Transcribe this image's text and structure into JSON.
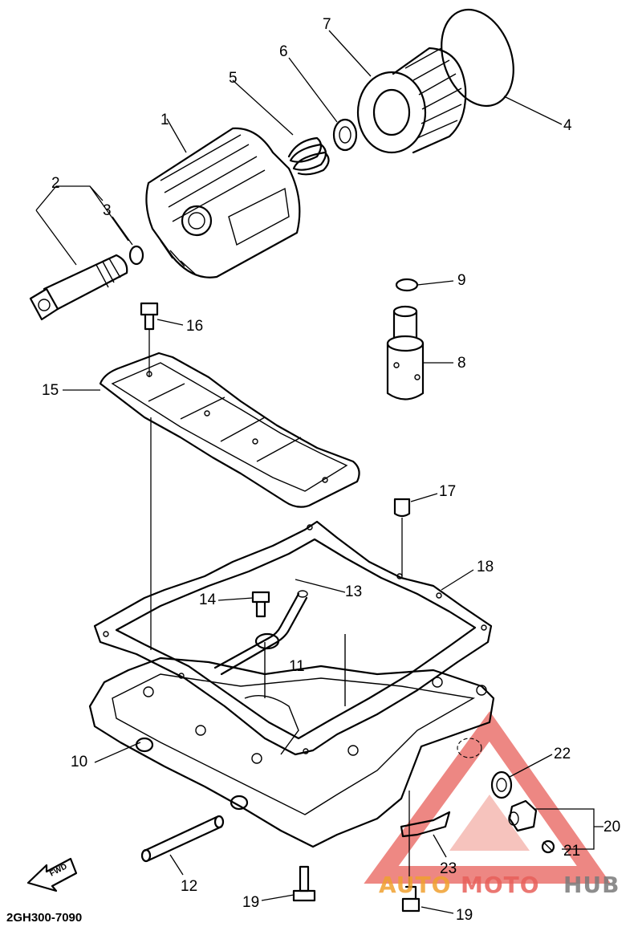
{
  "diagram_code": "2GH300-7090",
  "direction_label": "FWD",
  "watermark": {
    "part1": "AUTO",
    "part2": "MOTO",
    "part3": "HUB"
  },
  "callouts": {
    "c1": "1",
    "c2": "2",
    "c3": "3",
    "c4": "4",
    "c5": "5",
    "c6": "6",
    "c7": "7",
    "c8": "8",
    "c9": "9",
    "c10": "10",
    "c11": "11",
    "c12": "12",
    "c13": "13",
    "c14": "14",
    "c15": "15",
    "c16": "16",
    "c17": "17",
    "c18": "18",
    "c19a": "19",
    "c19b": "19",
    "c20": "20",
    "c21": "21",
    "c22": "22",
    "c23": "23"
  },
  "colors": {
    "ink": "#000000",
    "watermark_red": "#e8605a",
    "watermark_orange": "#f0a030",
    "watermark_gray": "#7a7a7a"
  }
}
